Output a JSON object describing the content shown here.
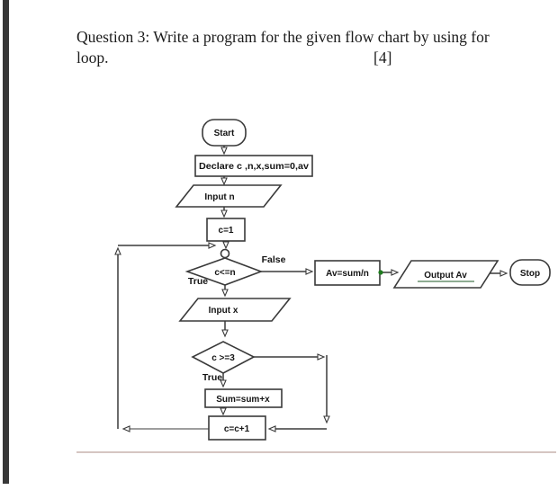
{
  "document": {
    "title_line1": "Question 3: Write a program for the given flow chart by using for",
    "title_line2": "loop.",
    "marks": "[4]"
  },
  "flowchart": {
    "nodes": [
      {
        "id": "start",
        "shape": "terminator",
        "label": "Start"
      },
      {
        "id": "declare",
        "shape": "process",
        "label": "Declare c ,n,x,sum=0,av"
      },
      {
        "id": "input-n",
        "shape": "io",
        "label": "Input n"
      },
      {
        "id": "c-init",
        "shape": "process",
        "label": "c=1"
      },
      {
        "id": "loop-junction",
        "shape": "connector",
        "label": ""
      },
      {
        "id": "cond-c-le-n",
        "shape": "decision",
        "label": "c<=n"
      },
      {
        "id": "av-calc",
        "shape": "process",
        "label": "Av=sum/n"
      },
      {
        "id": "output-av",
        "shape": "io",
        "label": "Output Av"
      },
      {
        "id": "stop",
        "shape": "terminator",
        "label": "Stop"
      },
      {
        "id": "input-x",
        "shape": "io",
        "label": "Input x"
      },
      {
        "id": "cond-c-ge-3",
        "shape": "decision",
        "label": "c >=3"
      },
      {
        "id": "sum-acc",
        "shape": "process",
        "label": "Sum=sum+x"
      },
      {
        "id": "c-increment",
        "shape": "process",
        "label": "c=c+1"
      }
    ],
    "edge_labels": {
      "cond1_true": "True",
      "cond1_false": "False",
      "cond2_true": "True"
    }
  },
  "colors": {
    "line": "#3a3a3a",
    "node_fill": "#ffffff",
    "text": "#141414",
    "junction_dot_green": "#1f7b1f",
    "underline_green": "#4a7a52",
    "divider": "#d5c6c2",
    "left_bar": "#383838"
  }
}
